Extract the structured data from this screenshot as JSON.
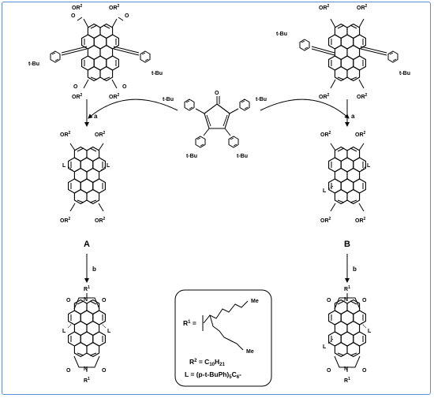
{
  "substituents": {
    "or2": "OR",
    "sup2": "2",
    "tbu": "t-Bu",
    "l": "L",
    "r1": "R",
    "sup1": "1",
    "o": "O",
    "n": "N",
    "me": "Me"
  },
  "steps": {
    "a": "a",
    "b": "b"
  },
  "compounds": {
    "a": "A",
    "b": "B"
  },
  "legend": {
    "r1_prefix": "R",
    "r1_sup": "1",
    "r1_eq": " = ",
    "r2_prefix": "R",
    "r2_sup": "2",
    "r2_eq": " = C",
    "r2_sub1": "10",
    "r2_h": "H",
    "r2_sub2": "21",
    "l_line": "L = (p-t-BuPh)",
    "l_sub1": "5",
    "l_c": "C",
    "l_sub2": "6",
    "l_dash": "-"
  },
  "colors": {
    "frame": "#5b8fd6",
    "ink": "#000000"
  }
}
